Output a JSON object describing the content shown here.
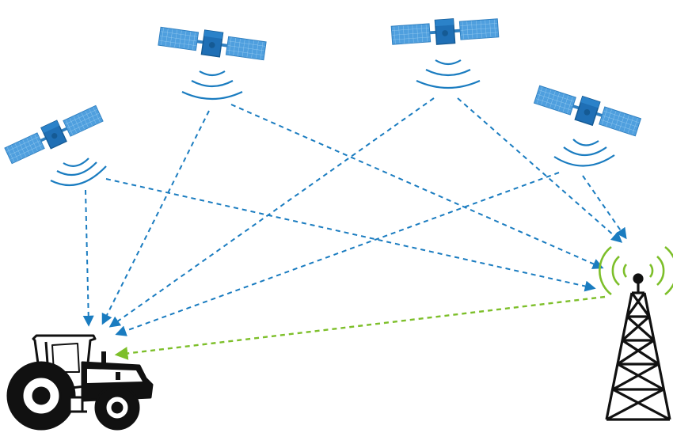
{
  "colors": {
    "background": "#ffffff",
    "satellite_panel": "#4f9fde",
    "satellite_panel_grid": "#9fd0f2",
    "satellite_body": "#1f6fb5",
    "satellite_body_dark": "#155a94",
    "signal_blue": "#1a7cc0",
    "signal_green": "#7dbf2a",
    "tower": "#111111",
    "tractor_outline": "#111111"
  },
  "icons": {
    "satellites": [
      "satellite-icon",
      "satellite-icon",
      "satellite-icon",
      "satellite-icon"
    ],
    "receiver": "tractor-icon",
    "base_station": "radio-tower-icon"
  },
  "links": {
    "satellite_to_tractor": 4,
    "satellite_to_tower": 4,
    "tower_to_tractor_correction": 1
  }
}
